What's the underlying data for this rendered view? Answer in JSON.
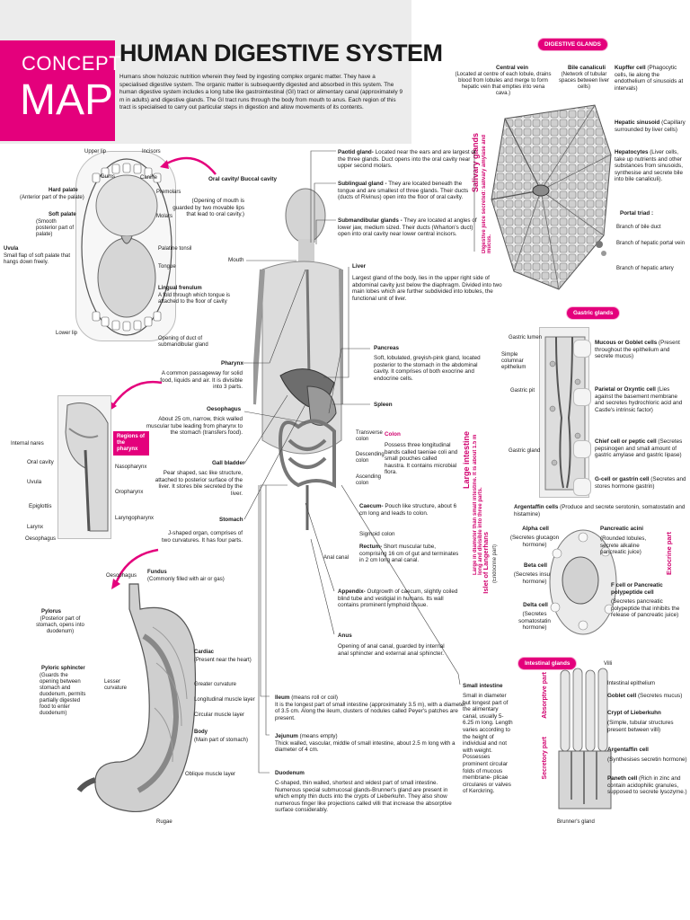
{
  "header": {
    "concept": "CONCEPT",
    "map": "MAP",
    "title": "HUMAN DIGESTIVE SYSTEM",
    "intro": "Humans show holozoic nutrition wherein they feed by ingesting complex organic matter. They have a specialised digestive system. The organic matter is subsequently digested and absorbed in this system. The human digestive system includes a long tube like gastrointestinal (GI) tract or alimentary canal (approximately 9 m in adults) and digestive glands. The GI tract runs through the body from mouth to anus. Each region of this tract is specialised to carry out particular steps in digestion and allow movements of its contents."
  },
  "oral": {
    "labels": {
      "upper_lip": "Upper lip",
      "incisors": "Incisors",
      "gums": "Gums",
      "canine": "Canine",
      "premolars": "Premolars",
      "molars": "Molars",
      "hard_palate": "Hard palate",
      "hard_palate_desc": "(Anterior part of the palate)",
      "soft_palate": "Soft palate",
      "soft_palate_desc": "(Smooth posterior part of palate)",
      "uvula": "Uvula",
      "uvula_desc": "Small flap of soft palate that hangs down freely.",
      "palatine_tonsil": "Palatine tonsil",
      "tongue": "Tongue",
      "lingual_frenulum": "Lingual frenulum",
      "lingual_desc": "A fold through which tongue is attached to the floor of cavity",
      "lower_lip": "Lower lip",
      "opening_duct": "Opening of duct of submandibular gland",
      "mouth": "Mouth"
    },
    "cavity_title": "Oral cavity/ Buccal cavity",
    "cavity_desc": "(Opening of mouth is guarded by two movable lips that lead to oral cavity.)"
  },
  "pharynx": {
    "title": "Pharynx",
    "desc": "A common passageway for solid food, liquids and air. It is divisible into 3 parts.",
    "regions_title": "Regions of the pharynx",
    "labels": [
      "Internal nares",
      "Oral cavity",
      "Uvula",
      "Epiglottis",
      "Larynx",
      "Oesophagus"
    ],
    "regions": [
      "Nasopharynx",
      "Oropharynx",
      "Laryngopharynx"
    ]
  },
  "oesophagus": {
    "title": "Oesophagus",
    "desc": "About 25 cm, narrow, thick walled muscular tube leading from pharynx to the stomach (transfers food)."
  },
  "gall_bladder": {
    "title": "Gall bladder",
    "desc": "Pear shaped, sac like structure, attached to posterior surface of the liver. It stores bile secreted by the liver."
  },
  "stomach": {
    "title": "Stomach",
    "desc": "J-shaped organ, comprises of two curvatures. It has four parts.",
    "labels": {
      "oesophagus": "Oesophagus",
      "fundus": "Fundus",
      "fundus_desc": "(Commonly filled with air or gas)",
      "pylorus": "Pylorus",
      "pylorus_desc": "(Posterior part of stomach, opens into duodenum)",
      "cardiac": "Cardiac",
      "cardiac_desc": "(Present near the heart)",
      "pyloric_sphincter": "Pyloric sphincter",
      "pyloric_desc": "(Guards the opening between stomach and duodenum, permits partially digested food to enter duodenum)",
      "lesser_curvature": "Lesser curvature",
      "greater_curvature": "Greater curvature",
      "longitudinal": "Longitudinal muscle layer",
      "circular": "Circular muscle layer",
      "body": "Body",
      "body_desc": "(Main part of stomach)",
      "oblique": "Oblique muscle layer",
      "rugae": "Rugae"
    }
  },
  "salivary": {
    "vertical": "Salivary glands",
    "vertical_desc": "Digestive juice secreted: salivary amylase and mucus.",
    "parotid_title": "Paotid gland-",
    "parotid_desc": "Located near the ears and are largest of the three glands. Duct opens into the oral cavity near upper second molars.",
    "sublingual_title": "Sublingual gland -",
    "sublingual_desc": "They are located beneath the tongue and are smallest of three glands. Their ducts (ducts of Rivinus) open into the floor of oral cavity.",
    "submandibular_title": "Submandibular glands -",
    "submandibular_desc": "They are located at angles of lower jaw, medium sized. Their ducts (Wharton's duct) open into oral cavity near lower central incisors."
  },
  "liver": {
    "title": "Liver",
    "desc": "Largest gland of the body, lies in the upper right side of abdominal cavity just below the diaphragm. Divided into two main lobes which are further subdivided into lobules, the functional unit of liver."
  },
  "pancreas": {
    "title": "Pancreas",
    "desc": "Soft, lobulated, greyish-pink gland, located posterior to the stomach in the abdominal cavity. It comprises of both exocrine and endocrine cells."
  },
  "spleen": {
    "title": "Spleen"
  },
  "colon": {
    "title": "Colon",
    "desc": "Possess three longitudinal bands called taeniae coli and small pouches called haustra. It contains microbial flora.",
    "parts": [
      "Transverse colon",
      "Descending colon",
      "Ascending colon"
    ]
  },
  "large_intestine": {
    "vertical": "Large intestine",
    "vertical_desc": "Large in diameter than small intestine. It is about 1.5 m long and divisible into three parts.",
    "caecum_title": "Caecum-",
    "caecum_desc": "Pouch like structure, about 6 cm long and leads to colon.",
    "sigmoid": "Sigmoid colon",
    "rectum_title": "Rectum-",
    "rectum_desc": "Short muscular tube, comprising 16 cm of gut and terminates in 2 cm long anal canal.",
    "anal_canal": "Anal canal",
    "appendix_title": "Appendix-",
    "appendix_desc": "Outgrowth of caecum, slightly coiled blind tube and vestigial in humans. Its wall contains prominent lymphoid tissue.",
    "anus_title": "Anus",
    "anus_desc": "Opening of anal canal, guarded by internal anal sphincter and external anal sphincter."
  },
  "small_intestine_parts": {
    "ileum_title": "Ileum",
    "ileum_sub": "(means roll or coil)",
    "ileum_desc": "It is the longest part of small intestine (approximately 3.5 m), with a diameter of 3.5 cm. Along the ileum, clusters of nodules called Peyer's patches are present.",
    "jejunum_title": "Jejunum",
    "jejunum_sub": "(means empty)",
    "jejunum_desc": "Thick walled, vascular, middle of small intestine, about 2.5 m long with a diameter of 4 cm.",
    "duodenum_title": "Duodenum",
    "duodenum_desc": "C-shaped, thin walled, shortest and widest part of small intestine. Numerous special submucosal glands-Brunner's gland are present in which empty thin ducts into the crypts of Lieberkuhn. They also show numerous finger like projections called villi that increase the absorptive surface considerably."
  },
  "small_intestine": {
    "title": "Small intestine",
    "desc": "Small in diameter but longest part of the alimentary canal, usually 5-6.25 m long. Length varies according to the height of individual and not with weight. Possesses prominent circular folds of mucous membrane- plicae circulares or valves of Kerckring."
  },
  "digestive_glands": {
    "pill": "DIGESTIVE GLANDS",
    "central_vein": "Central vein",
    "central_vein_desc": "(Located at centre of each lobule, drains blood from lobules and merge to form hepatic vein that empties into vena cava.)",
    "bile_canaliculi": "Bile canaliculi",
    "bile_canaliculi_desc": "(Network of tubular spaces between liver cells)",
    "kupffer": "Kupffer cell",
    "kupffer_desc": "(Phagocytic cells, lie along the endothelium of sinusoids at intervals)",
    "hepatic_sinusoid": "Hepatic sinusoid",
    "hepatic_sinusoid_desc": "(Capillary surrounded by liver cells)",
    "hepatocytes": "Hepatocytes",
    "hepatocytes_desc": "(Liver cells, take up nutrients and other substances from sinusoids, synthesise and secrete bile into bile canaliculi).",
    "portal_triad": "Portal triad :",
    "bile_duct": "Branch of bile duct",
    "portal_vein": "Branch of hepatic portal vein",
    "hepatic_artery": "Branch of hepatic artery"
  },
  "gastric": {
    "pill": "Gastric glands",
    "gastric_lumen": "Gastric lumen",
    "simple_columnar": "Simple columnar epithelium",
    "gastric_pit": "Gastric pit",
    "gastric_gland": "Gastric gland",
    "mucous_title": "Mucous or Goblet cells",
    "mucous_desc": "(Present throughout the epithelium and secrete mucus)",
    "parietal_title": "Parietal or Oxyntic cell",
    "parietal_desc": "(Lies against the basement membrane and secretes hydrochloric acid and Castle's intrinsic factor)",
    "chief_title": "Chief cell or peptic cell",
    "chief_desc": "(Secretes pepsinogen and small amount of gastric amylase and gastric lipase)",
    "gcell_title": "G-cell or gastrin cell",
    "gcell_desc": "(Secretes and stores hormone gastrin)",
    "argentaffin_title": "Argentaffin cells",
    "argentaffin_desc": "(Produce and secrete serotonin, somatostatin and histamine)"
  },
  "pancreatic": {
    "islet_vertical": "Islet of Langerhans",
    "islet_sub": "(Endocrine part)",
    "exocrine_vertical": "Exocrine part",
    "alpha_title": "Alpha cell",
    "alpha_desc": "(Secretes glucagon hormone)",
    "beta_title": "Beta cell",
    "beta_desc": "(Secretes insulin hormone)",
    "delta_title": "Delta cell",
    "delta_desc": "(Secretes somatostatin hormone)",
    "acini_title": "Pancreatic acini",
    "acini_desc": "(Rounded lobules, secrete alkaline pancreatic juice)",
    "fcell_title": "F cell or Pancreatic polypeptide cell",
    "fcell_desc": "(Secretes pancreatic polypeptide that inhibits the release of pancreatic juice)"
  },
  "intestinal": {
    "pill": "Intestinal glands",
    "secretory": "Secretory part",
    "absorptive": "Absorptive part",
    "villi": "Villi",
    "intestinal_epi": "Intestinal epithelium",
    "goblet": "Goblet cell",
    "goblet_desc": "(Secretes mucus)",
    "crypt_title": "Crypt of Lieberkuhn",
    "crypt_desc": "(Simple, tubular structures present between villi)",
    "argentaffin": "Argentaffin cell",
    "argentaffin_desc": "(Synthesises secretin hormone)",
    "paneth": "Paneth cell",
    "paneth_desc": "(Rich in zinc and contain acidophilic granules, supposed to secrete lysozyme.)",
    "brunners": "Brunner's gland"
  },
  "colors": {
    "accent": "#e4007c",
    "accent_text": "#d1006e",
    "header_grey": "#ececec"
  }
}
